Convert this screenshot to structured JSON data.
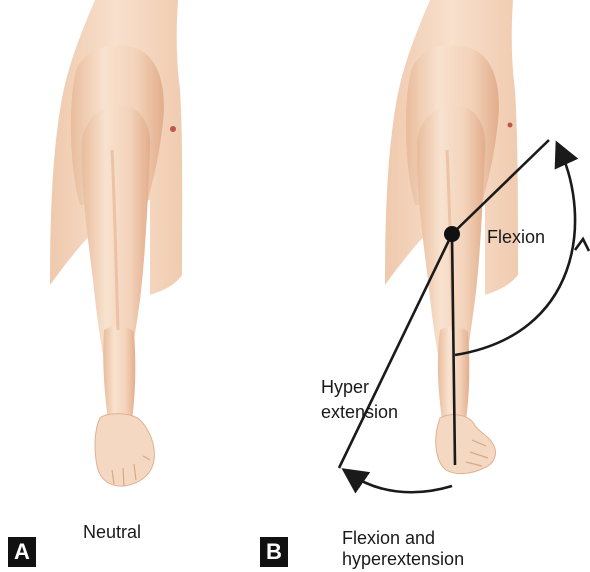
{
  "panel_a": {
    "label": "A",
    "caption": "Neutral"
  },
  "panel_b": {
    "label": "B",
    "caption_line1": "Flexion and",
    "caption_line2": "hyperextension",
    "annotation_flexion": "Flexion",
    "annotation_hyper_line1": "Hyper",
    "annotation_hyper_line2": "extension"
  },
  "colors": {
    "skin": "#f6dcc6",
    "skin_shadow": "#e6b596",
    "nipple": "#c0554a",
    "label_bg": "#111111",
    "annotation": "#1a1a1a"
  }
}
